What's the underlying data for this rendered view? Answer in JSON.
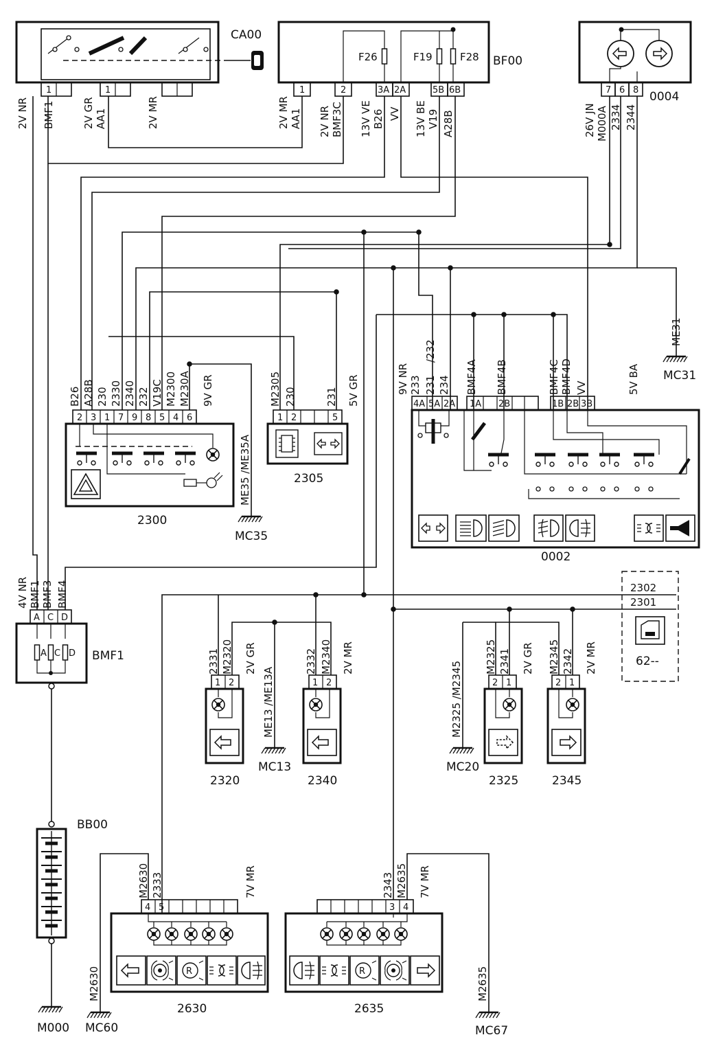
{
  "components": {
    "CA00": {
      "name": "CA00",
      "pins": [
        "1",
        "1"
      ],
      "wires": [
        {
          "spec": "2V NR",
          "code": "BMF1"
        },
        {
          "spec": "2V GR",
          "code": "AA1"
        },
        {
          "spec": "2V MR",
          "code": ""
        }
      ]
    },
    "BF00": {
      "name": "BF00",
      "fuses": [
        "F26",
        "F19",
        "F28"
      ],
      "pins": [
        "1",
        "2",
        "3A",
        "2A",
        "5B",
        "6B"
      ],
      "wires": [
        {
          "spec": "2V MR",
          "code": "AA1"
        },
        {
          "spec": "2V NR",
          "code": "BMF3C"
        },
        {
          "spec": "13V VE",
          "code": "B26"
        },
        {
          "spec": "VV",
          "code": ""
        },
        {
          "spec": "13V BE",
          "code": "V19"
        },
        {
          "spec": "A28B",
          "code": ""
        }
      ]
    },
    "0004": {
      "name": "0004",
      "pins": [
        "7",
        "6",
        "8"
      ],
      "wires": [
        {
          "spec": "26V JN",
          "code": "M000A"
        },
        {
          "spec": "2334",
          "code": ""
        },
        {
          "spec": "2344",
          "code": ""
        }
      ]
    },
    "2300": {
      "name": "2300",
      "pins": [
        "2",
        "3",
        "1",
        "7",
        "9",
        "8",
        "5",
        "4",
        "6"
      ],
      "wires": [
        "B26",
        "A28B",
        "230",
        "2330",
        "2340",
        "232",
        "V19C",
        "M2300",
        "M230A"
      ],
      "connector": "9V GR",
      "ground_wire": "ME35 /ME35A",
      "ground": "MC35"
    },
    "2305": {
      "name": "2305",
      "pins": [
        "1",
        "2",
        "5"
      ],
      "wires": [
        "M2305",
        "230",
        "231"
      ],
      "connector": "5V GR"
    },
    "0002": {
      "name": "0002",
      "pins": [
        "4A",
        "5A",
        "2A",
        "1A",
        "2B",
        "1B",
        "2B",
        "3B"
      ],
      "wires": [
        "233",
        "231",
        "/232",
        "234",
        "BMF4A",
        "BMF4B",
        "BMF4C",
        "BMF4D",
        "VV"
      ],
      "connector_left": "9V NR",
      "connector_right": "5V BA",
      "ground_wire": "ME31",
      "ground": "MC31"
    },
    "BMF1": {
      "name": "BMF1",
      "pins": [
        "A",
        "C",
        "D"
      ],
      "fuse_letters": [
        "A",
        "C",
        "D"
      ],
      "wires": [
        {
          "spec": "4V NR",
          "code": "BMF1"
        },
        {
          "spec": "BMF3",
          "code": ""
        },
        {
          "spec": "BMF4",
          "code": ""
        }
      ]
    },
    "BB00": {
      "name": "BB00",
      "ground": "M000"
    },
    "2320": {
      "name": "2320",
      "pins": [
        "1",
        "2"
      ],
      "wires": [
        "2331",
        "M2320"
      ],
      "connector": "2V GR"
    },
    "MC13": {
      "name": "MC13",
      "ground_wire": "ME13 /ME13A"
    },
    "2340": {
      "name": "2340",
      "pins": [
        "1",
        "2"
      ],
      "wires": [
        "2332",
        "M2340"
      ],
      "connector": "2V MR"
    },
    "2325": {
      "name": "2325",
      "pins": [
        "2",
        "1"
      ],
      "wires": [
        "M2325",
        "2341"
      ],
      "connector": "2V GR"
    },
    "2345": {
      "name": "2345",
      "pins": [
        "2",
        "1"
      ],
      "wires": [
        "M2345",
        "2342"
      ],
      "connector": "2V MR"
    },
    "MC20": {
      "name": "MC20",
      "ground_wire": "M2325 /M2345"
    },
    "62--": {
      "name": "62--",
      "lines": [
        "2302",
        "2301"
      ]
    },
    "2630": {
      "name": "2630",
      "pins": [
        "4",
        "5"
      ],
      "wires": [
        "M2630",
        "2333"
      ],
      "connector": "7V MR",
      "ground_wire": "M2630",
      "ground": "MC60"
    },
    "2635": {
      "name": "2635",
      "pins": [
        "3",
        "4"
      ],
      "wires": [
        "2343",
        "M2635"
      ],
      "connector": "7V MR",
      "ground_wire": "M2635",
      "ground": "MC67"
    }
  }
}
